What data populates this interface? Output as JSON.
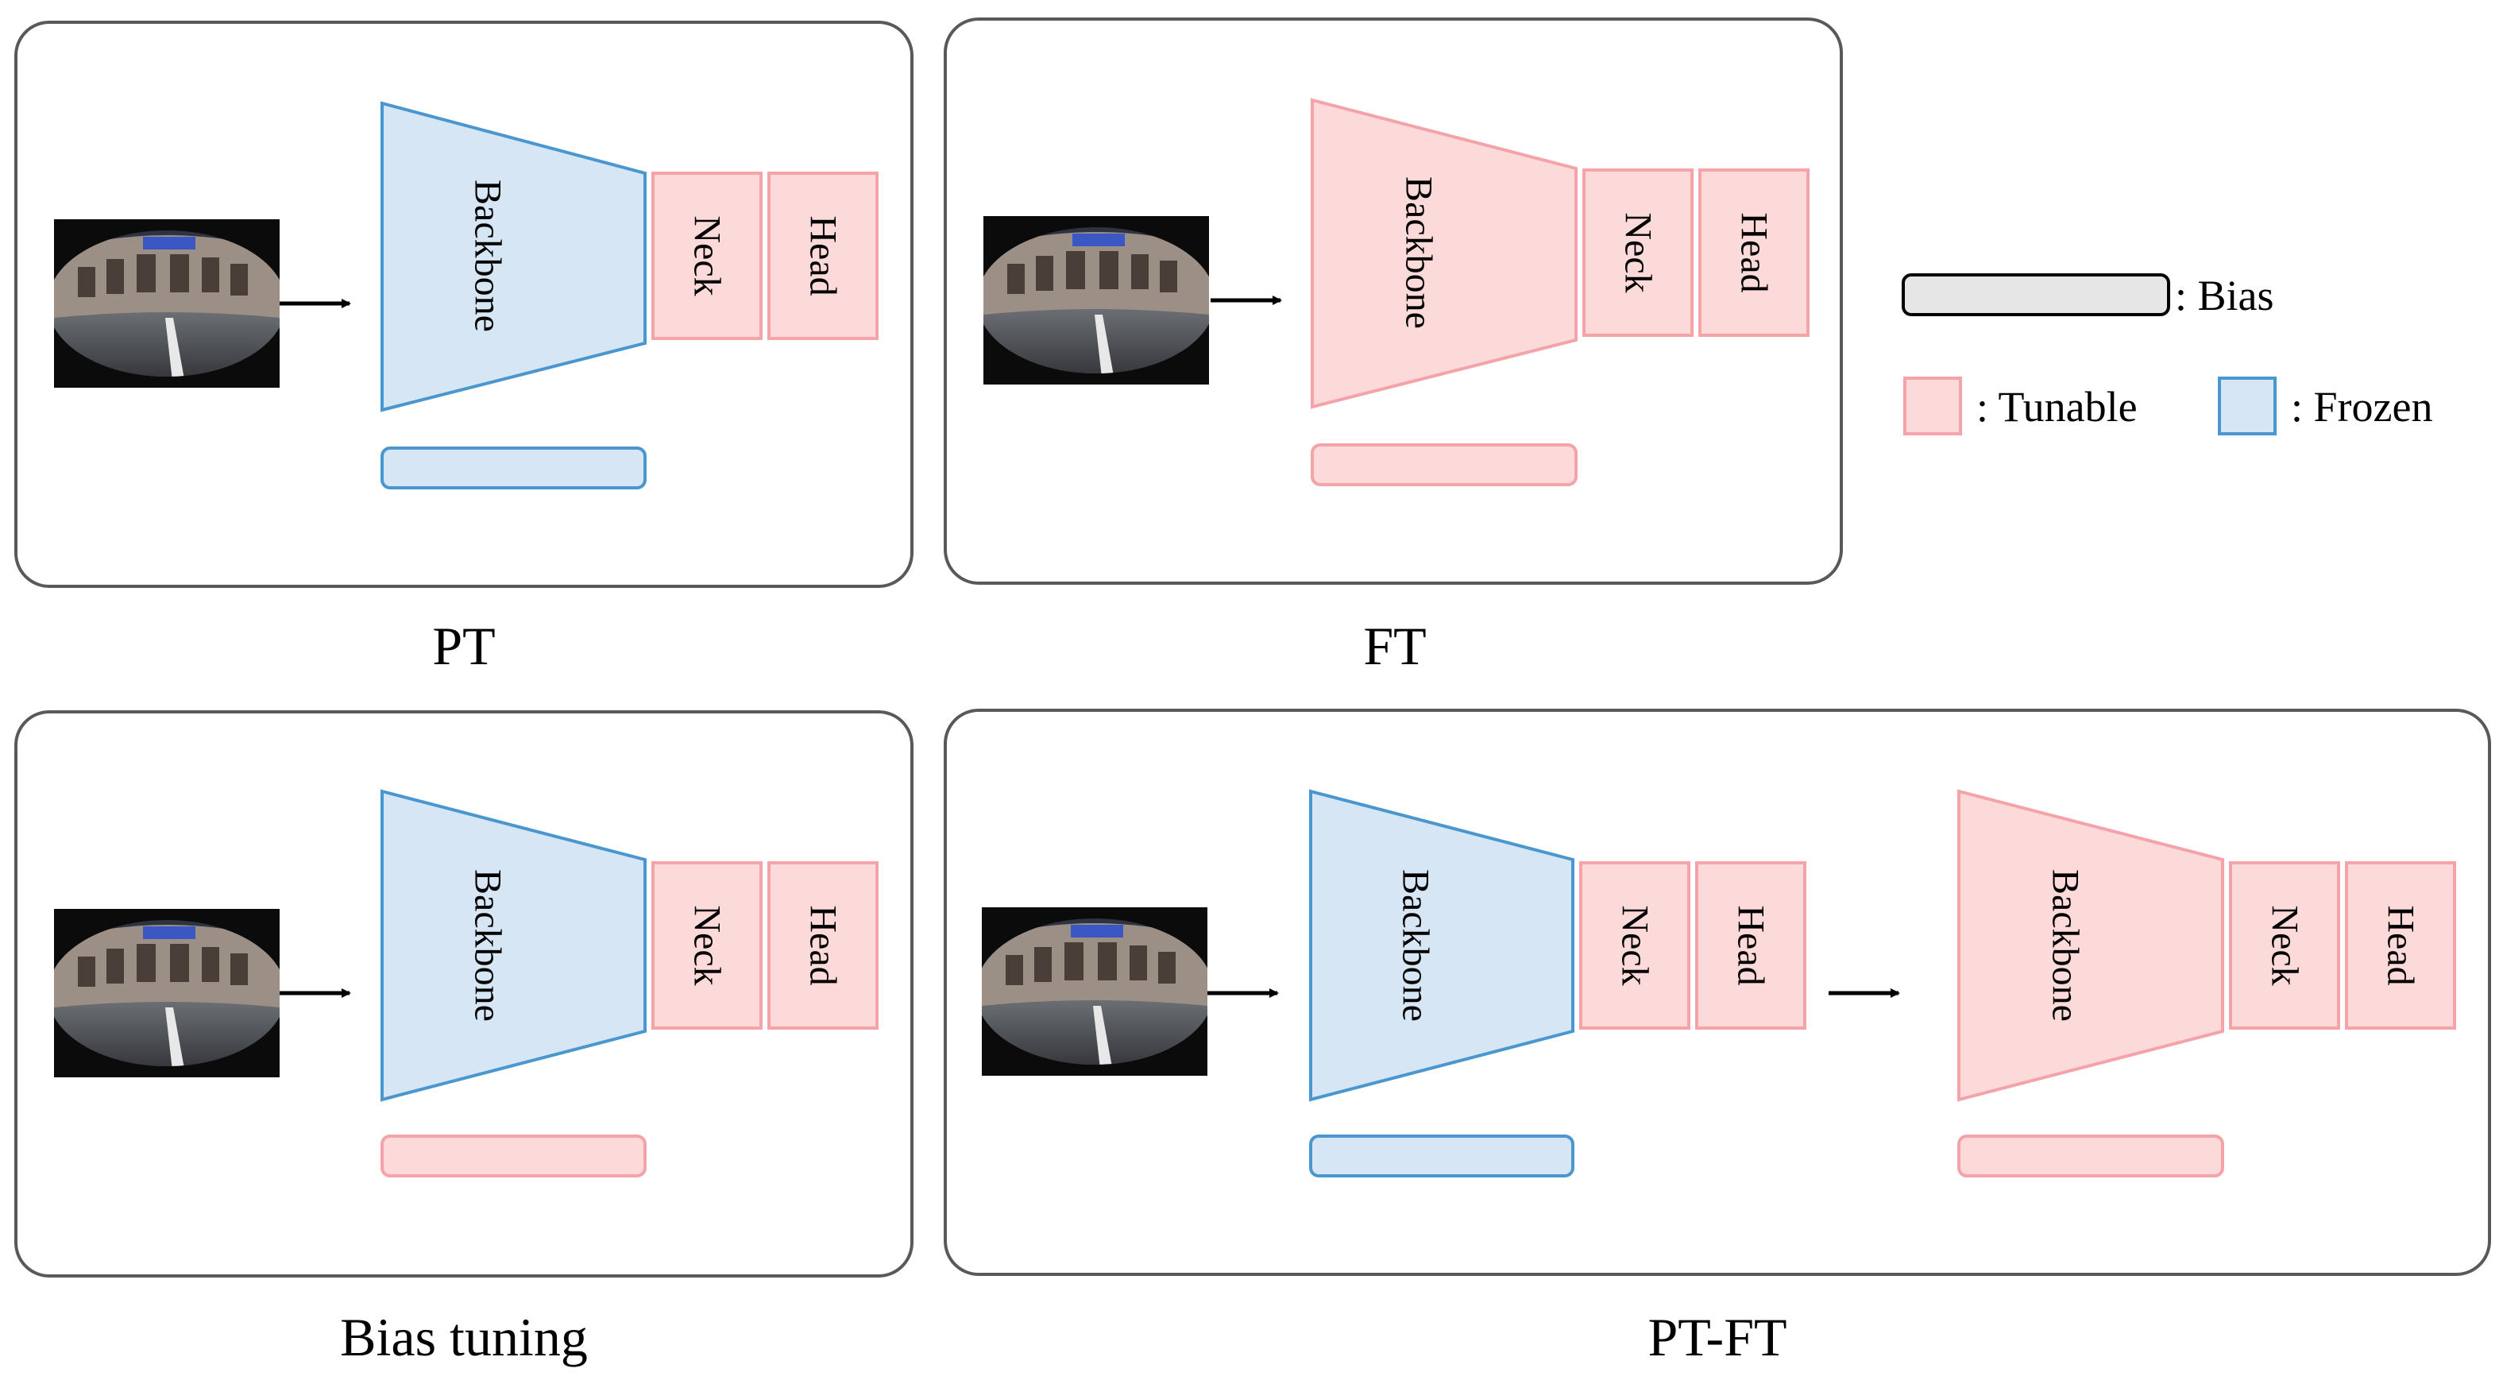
{
  "panels": {
    "pt": {
      "caption": "PT",
      "backbone": "Backbone",
      "neck": "Neck",
      "head": "Head"
    },
    "ft": {
      "caption": "FT",
      "backbone": "Backbone",
      "neck": "Neck",
      "head": "Head"
    },
    "bias_tuning": {
      "caption": "Bias tuning",
      "backbone": "Backbone",
      "neck": "Neck",
      "head": "Head"
    },
    "pt_ft": {
      "caption": "PT-FT",
      "stage1": {
        "backbone": "Backbone",
        "neck": "Neck",
        "head": "Head"
      },
      "stage2": {
        "backbone": "Backbone",
        "neck": "Neck",
        "head": "Head"
      }
    }
  },
  "legend": {
    "bias": ": Bias",
    "tunable": ": Tunable",
    "frozen": ": Frozen"
  },
  "colors": {
    "tunable_fill": "#fddada",
    "tunable_stroke": "#f4a3a8",
    "frozen_fill": "#d6e6f5",
    "frozen_stroke": "#4a97cf",
    "bias_legend_fill": "#e6e6e6",
    "panel_border": "#595959"
  }
}
